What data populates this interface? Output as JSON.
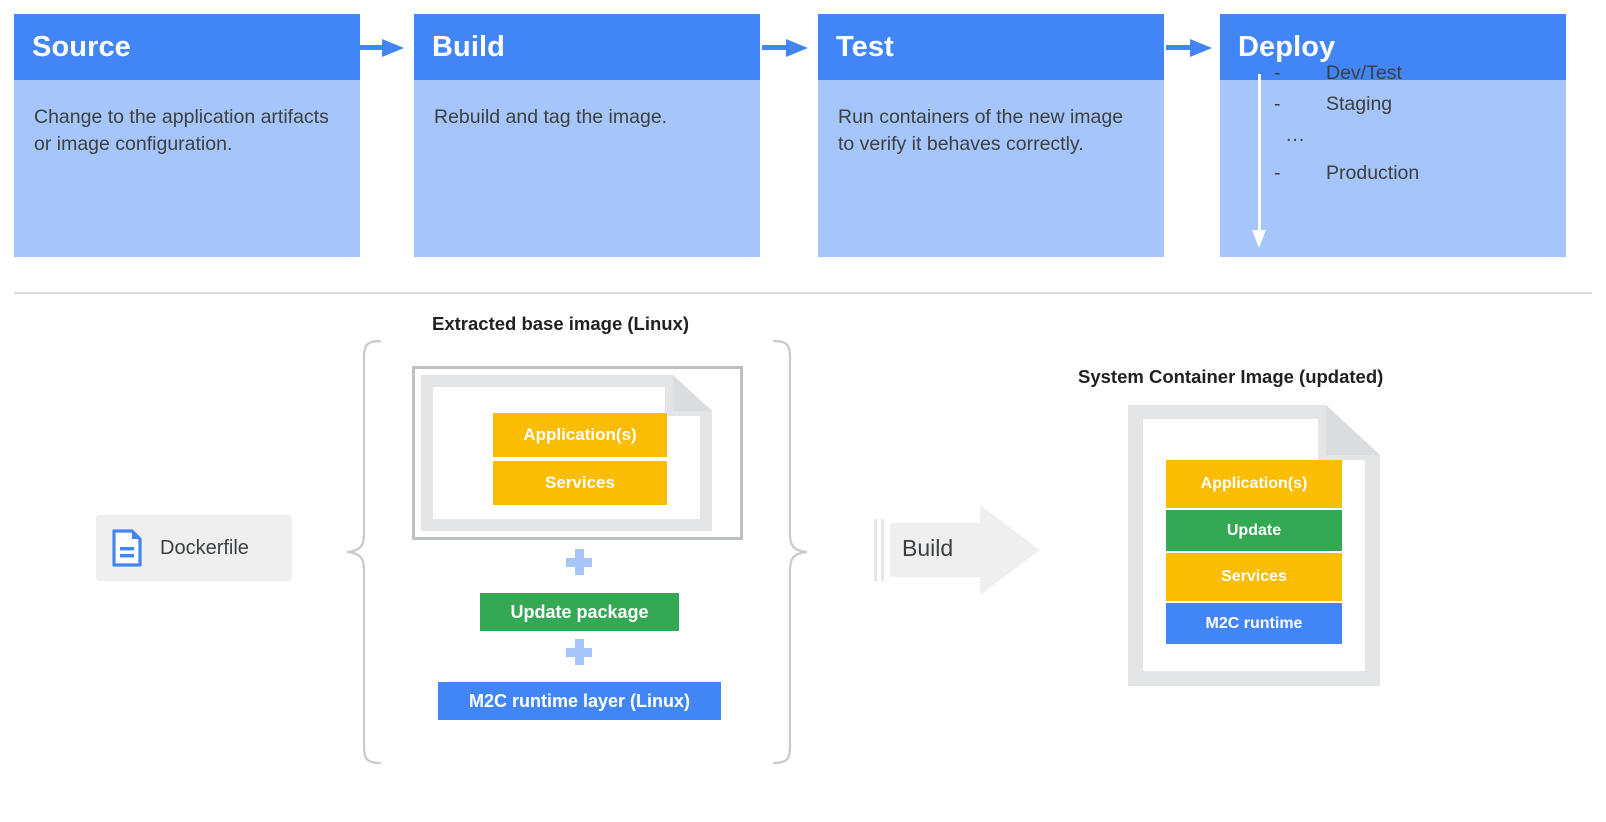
{
  "colors": {
    "header_blue": "#4285F4",
    "body_blue": "#A6C5FA",
    "text_dark": "#3c4043",
    "orange": "#FBBC04",
    "green": "#34A853",
    "blue": "#4285F4",
    "grey_light": "#e4e5e7",
    "grey_border": "#bdc1c6",
    "chip_grey": "#efefef"
  },
  "pipeline": {
    "stages": [
      {
        "title": "Source",
        "body": "Change to the application artifacts or image configuration."
      },
      {
        "title": "Build",
        "body": "Rebuild and tag the image."
      },
      {
        "title": "Test",
        "body": "Run containers of the new image to verify it behaves correctly."
      },
      {
        "title": "Deploy",
        "body": "",
        "list": [
          {
            "marker": "-",
            "label": "Dev/Test"
          },
          {
            "marker": "-",
            "label": "Staging"
          },
          {
            "marker": "...",
            "label": ""
          },
          {
            "marker": "-",
            "label": "Production"
          }
        ]
      }
    ]
  },
  "build_flow": {
    "dockerfile_label": "Dockerfile",
    "base_image_label": "Extracted base image (Linux)",
    "base_image_layers": [
      {
        "label": "Application(s)",
        "color": "#FBBC04"
      },
      {
        "label": "Services",
        "color": "#FBBC04"
      }
    ],
    "plus_1": "+",
    "update_package_label": "Update package",
    "plus_2": "+",
    "runtime_layer_label": "M2C runtime layer (Linux)",
    "build_arrow_label": "Build",
    "output_title": "System Container Image (updated)",
    "output_layers": [
      {
        "label": "Application(s)",
        "color": "#FBBC04"
      },
      {
        "label": "Update",
        "color": "#34A853"
      },
      {
        "label": "Services",
        "color": "#FBBC04"
      },
      {
        "label": "M2C runtime",
        "color": "#4285F4"
      }
    ]
  }
}
